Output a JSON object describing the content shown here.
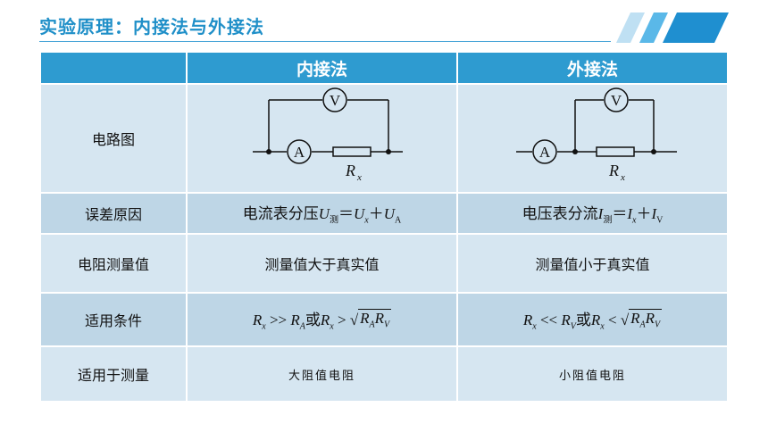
{
  "title": "实验原理：内接法与外接法",
  "table": {
    "headers": [
      "",
      "内接法",
      "外接法"
    ],
    "rows": [
      {
        "label": "电路图"
      },
      {
        "label": "误差原因",
        "inner": {
          "prefix": "电流表分压",
          "U": "U",
          "sub_measure": "测",
          "eq": "＝",
          "Ux": "U",
          "sub_x": "x",
          "plus": "＋",
          "UA": "U",
          "sub_A": "A"
        },
        "outer": {
          "prefix": "电压表分流",
          "I": "I",
          "sub_measure": "测",
          "eq": "＝",
          "Ix": "I",
          "sub_x": "x",
          "plus": "＋",
          "IV": "I",
          "sub_V": "V"
        }
      },
      {
        "label": "电阻测量值",
        "inner": "测量值大于真实值",
        "outer": "测量值小于真实值"
      },
      {
        "label": "适用条件",
        "inner": {
          "R": "R",
          "x": "x",
          "op": ">>",
          "RA": "R",
          "A": "A",
          "or": "或",
          "op2": ">"
        },
        "outer": {
          "R": "R",
          "x": "x",
          "op": "<<",
          "RV": "R",
          "V": "V",
          "or": "或",
          "op2": "<"
        }
      },
      {
        "label": "适用于测量",
        "inner": "大阻值电阻",
        "outer": "小阻值电阻"
      }
    ]
  },
  "circuit": {
    "voltmeter": "V",
    "ammeter": "A",
    "resistor": "R",
    "resistor_sub": "x"
  }
}
